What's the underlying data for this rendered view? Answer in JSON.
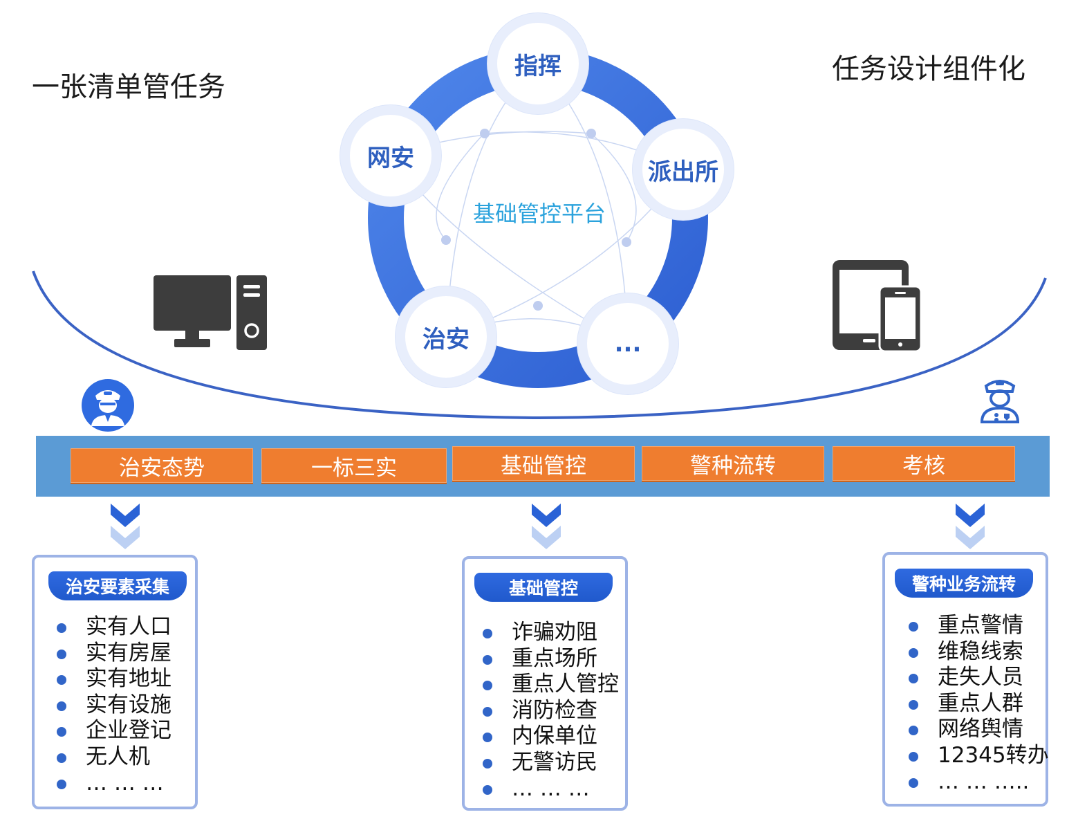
{
  "title_left": "一张清单管任务",
  "title_right": "任务设计组件化",
  "platform": {
    "center_label": "基础管控平台",
    "nodes": [
      {
        "id": "command",
        "label": "指挥"
      },
      {
        "id": "police-station",
        "label": "派出所"
      },
      {
        "id": "more",
        "label": "..."
      },
      {
        "id": "public-security",
        "label": "治安"
      },
      {
        "id": "cyber",
        "label": "网安"
      }
    ]
  },
  "icons": [
    "desktop-computer-icon",
    "tablet-phone-icon",
    "police-officer-avatar-icon",
    "police-officer-icon"
  ],
  "modules": [
    "治安态势",
    "一标三实",
    "基础管控",
    "警种流转",
    "考核"
  ],
  "panels": [
    {
      "title": "治安要素采集",
      "items": [
        "实有人口",
        "实有房屋",
        "实有地址",
        "实有设施",
        "企业登记",
        "无人机",
        "… … …"
      ]
    },
    {
      "title": "基础管控",
      "items": [
        "诈骗劝阻",
        "重点场所",
        "重点人管控",
        "消防检查",
        "内保单位",
        "无警访民",
        "… … …"
      ]
    },
    {
      "title": "警种业务流转",
      "items": [
        "重点警情",
        "维稳线索",
        "走失人员",
        "重点人群",
        "网络舆情",
        "12345转办",
        "… … ….."
      ]
    }
  ],
  "colors": {
    "ring": "#3a6fe0",
    "module_bar": "#5b9bd5",
    "module": "#ef7d2f",
    "panel_title": "#2a62d6",
    "center_label": "#2aa2dc"
  }
}
